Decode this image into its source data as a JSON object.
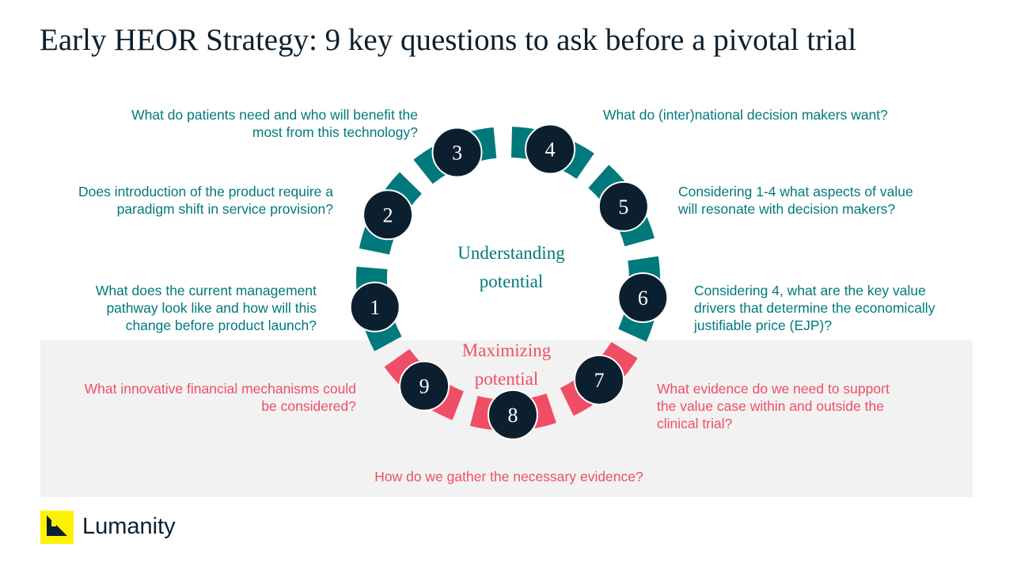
{
  "title": "Early HEOR Strategy: 9 key questions to ask before a pivotal trial",
  "colors": {
    "teal": "#00797d",
    "pink": "#f04e65",
    "navy": "#0c1f2e",
    "band": "#f2f2f2",
    "logo_yellow": "#fff200"
  },
  "center_labels": {
    "understanding": [
      "Understanding",
      "potential"
    ],
    "maximizing": [
      "Maximizing",
      "potential"
    ]
  },
  "steps": [
    {
      "number": "1",
      "group": "understanding",
      "question": [
        "What does the current management",
        "pathway look like and how will this",
        "change before product launch?"
      ]
    },
    {
      "number": "2",
      "group": "understanding",
      "question": [
        "Does introduction of the product require a",
        "paradigm shift in service provision?"
      ]
    },
    {
      "number": "3",
      "group": "understanding",
      "question": [
        "What do patients need and who will benefit the",
        "most from this technology?"
      ]
    },
    {
      "number": "4",
      "group": "understanding",
      "question": [
        "What do (inter)national decision makers want?"
      ]
    },
    {
      "number": "5",
      "group": "understanding",
      "question": [
        "Considering 1-4 what aspects of value",
        "will resonate with decision makers?"
      ]
    },
    {
      "number": "6",
      "group": "understanding",
      "question": [
        "Considering 4, what are the key value",
        "drivers that determine the economically",
        "justifiable price (EJP)?"
      ]
    },
    {
      "number": "7",
      "group": "maximizing",
      "question": [
        "What evidence do we need to support",
        "the value case within and outside the",
        "clinical trial?"
      ]
    },
    {
      "number": "8",
      "group": "maximizing",
      "question": [
        "How do we gather the necessary evidence?"
      ]
    },
    {
      "number": "9",
      "group": "maximizing",
      "question": [
        "What innovative financial mechanisms could",
        "be considered?"
      ]
    }
  ],
  "logo": {
    "text": "Lumanity"
  }
}
